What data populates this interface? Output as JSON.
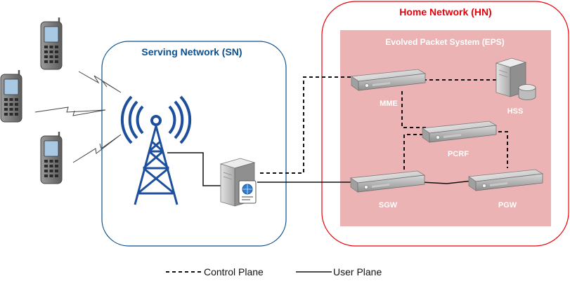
{
  "serving_network": {
    "title": "Serving Network (SN)"
  },
  "home_network": {
    "title": "Home Network (HN)"
  },
  "eps": {
    "title": "Evolved Packet System (EPS)"
  },
  "nodes": {
    "mme": "MME",
    "hss": "HSS",
    "pcrf": "PCRF",
    "sgw": "SGW",
    "pgw": "PGW"
  },
  "legend": {
    "control": "Control Plane",
    "user": "User Plane"
  },
  "colors": {
    "sn_border": "#0b4f8c",
    "hn_border": "#e8000b",
    "eps_fill": "#ebb3b3",
    "antenna": "#1d4f9c"
  }
}
